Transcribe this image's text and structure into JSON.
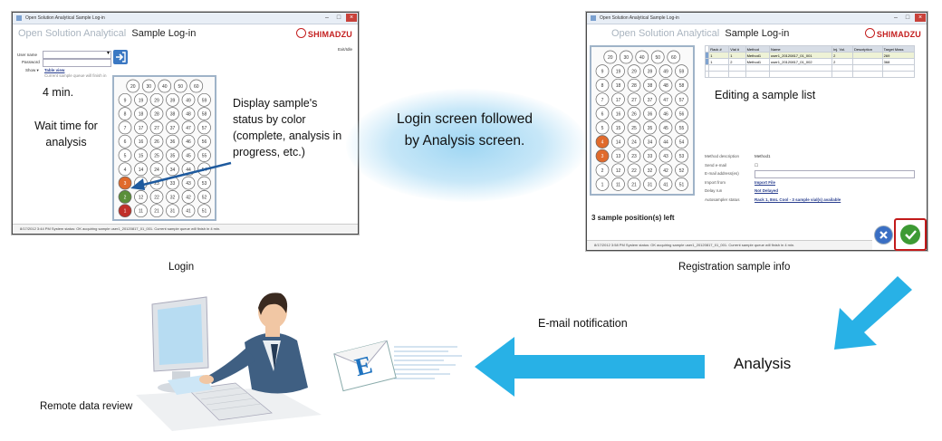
{
  "colors": {
    "blue_arrow": "#28b1e6",
    "dark_arrow": "#1e5a9e",
    "complete": "#5a8f3a",
    "in_progress": "#e06a2c",
    "error": "#c0302a",
    "ok_button": "#3d9a34",
    "cancel_button": "#3a6fc4",
    "highlight_border": "#c21a1a"
  },
  "login_window": {
    "titlebar": "Open Solution Analytical Sample Log-in",
    "app_name": "Open Solution Analytical",
    "screen_title": "Sample Log-in",
    "logo": "SHIMADZU",
    "user_name_label": "User name",
    "password_label": "Password",
    "show_label": "Show ▾",
    "table_view_link": "Table view",
    "queue_note": "Current sample queue will finish in",
    "logout_corner": "Exit/Idle",
    "status": "8/17/2012 3:44 PM System status: OK acquiring sample user1_20120817_01_001. Current sample queue will finish in 4 min.",
    "rack_rows": [
      [
        "20",
        "30",
        "40",
        "50",
        "60"
      ],
      [
        "9",
        "19",
        "29",
        "39",
        "49",
        "59"
      ],
      [
        "8",
        "18",
        "28",
        "38",
        "48",
        "58"
      ],
      [
        "7",
        "17",
        "27",
        "37",
        "47",
        "57"
      ],
      [
        "6",
        "16",
        "26",
        "36",
        "46",
        "56"
      ],
      [
        "5",
        "15",
        "25",
        "35",
        "45",
        "55"
      ],
      [
        "4",
        "14",
        "24",
        "34",
        "44",
        "54"
      ],
      [
        "3",
        "13",
        "23",
        "33",
        "43",
        "53"
      ],
      [
        "2",
        "12",
        "22",
        "32",
        "42",
        "52"
      ],
      [
        "1",
        "11",
        "21",
        "31",
        "41",
        "51"
      ]
    ]
  },
  "login_annotations": {
    "time": "4 min.",
    "wait": "Wait time for analysis",
    "status_note": "Display sample's status by color (complete, analysis in progress, etc.)"
  },
  "registration_window": {
    "titlebar": "Open Solution Analytical Sample Log-in",
    "app_name": "Open Solution Analytical",
    "screen_title": "Sample Log-in",
    "logo": "SHIMADZU",
    "table_headers": [
      "Rack #",
      "Vial #",
      "Method",
      "Name",
      "Inj. Vol.",
      "Description",
      "Target Mass"
    ],
    "table_rows": [
      [
        "1",
        "1",
        "Method1",
        "user1_20120817_01_001",
        "2",
        "",
        "269"
      ],
      [
        "1",
        "2",
        "Method1",
        "user1_20120817_01_002",
        "2",
        "",
        "368"
      ]
    ],
    "edit_note": "Editing a sample list",
    "fields": [
      {
        "label": "Method description",
        "value": "Method1"
      },
      {
        "label": "Send e-mail",
        "value": "☐"
      },
      {
        "label": "E-mail address(es)",
        "value": ""
      },
      {
        "label": "Import from",
        "value": "Import File"
      },
      {
        "label": "Delay run",
        "value": "Not Delayed"
      },
      {
        "label": "Autosampler status",
        "value": "Rack 1, 8mL Cool - 3 sample vial(s) available"
      }
    ],
    "positions_left": "3 sample position(s) left",
    "status": "8/17/2012 3:58 PM System status: OK acquiring sample user1_20120817_01_001. Current sample queue will finish in 4 min."
  },
  "center_text": "Login screen followed by Analysis screen.",
  "captions": {
    "login": "Login",
    "registration": "Registration sample info",
    "analysis": "Analysis",
    "email": "E-mail notification",
    "remote": "Remote data review"
  },
  "email_icon_letter": "E"
}
